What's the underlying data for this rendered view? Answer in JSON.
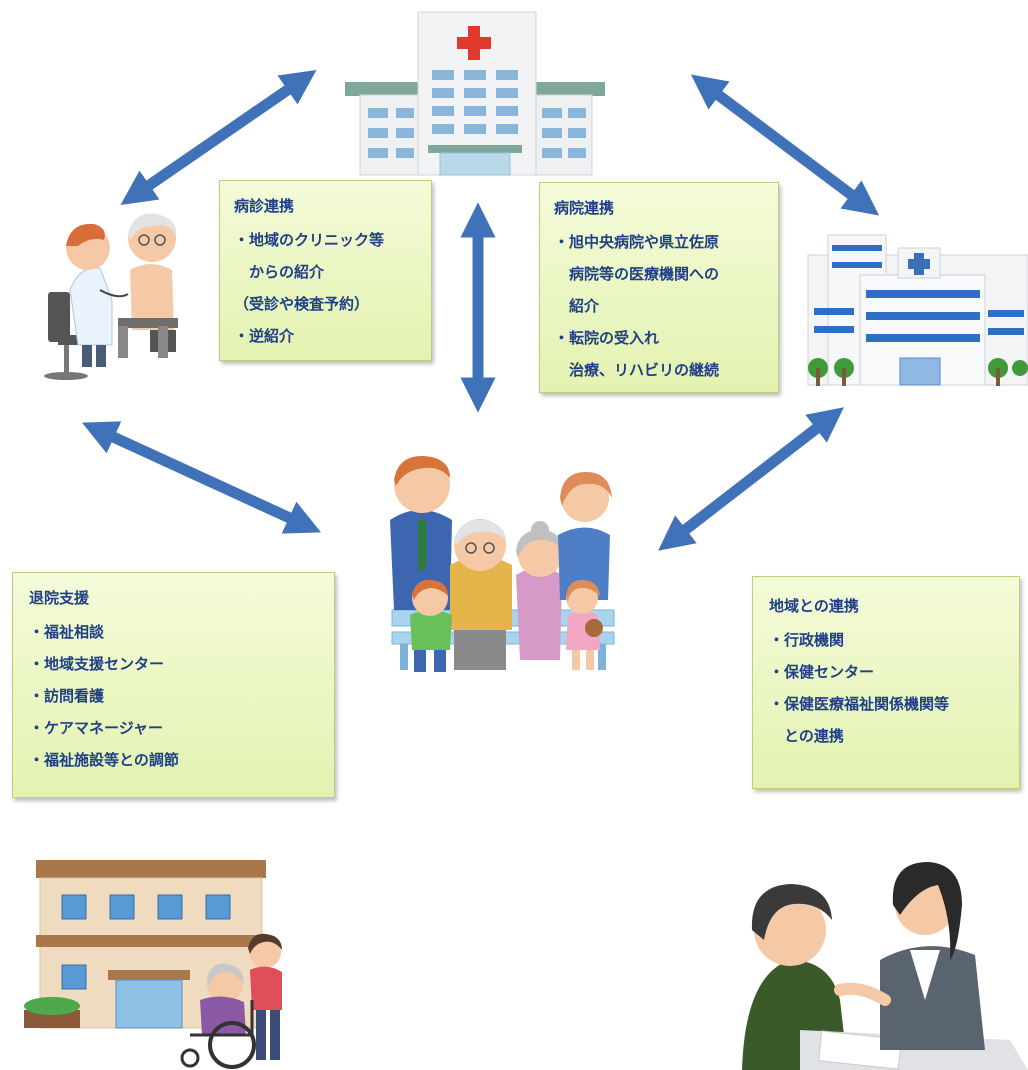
{
  "boxes": {
    "clinic_link": {
      "title": "病診連携",
      "lines": [
        "・地域のクリニック等",
        "　からの紹介",
        "（受診や検査予約）",
        "・逆紹介"
      ]
    },
    "hospital_link": {
      "title": "病院連携",
      "lines": [
        "・旭中央病院や県立佐原",
        "　病院等の医療機関への",
        "　紹介",
        "・転院の受入れ",
        "　治療、リハビリの継続"
      ]
    },
    "discharge_support": {
      "title": "退院支援",
      "lines": [
        "・福祉相談",
        "・地域支援センター",
        "・訪問看護",
        "・ケアマネージャー",
        "・福祉施設等との調節"
      ]
    },
    "community_link": {
      "title": "地域との連携",
      "lines": [
        "・行政機関",
        "・保健センター",
        "・保健医療福祉関係機関等",
        "　との連携"
      ]
    }
  },
  "colors": {
    "arrow": "#3f72b8",
    "box_text": "#1f3f87",
    "hospital_cross": "#e03a2f"
  },
  "icons": [
    "hospital-icon",
    "clinic-doctor-icon",
    "large-hospital-icon",
    "family-icon",
    "care-facility-icon",
    "consultation-icon"
  ]
}
